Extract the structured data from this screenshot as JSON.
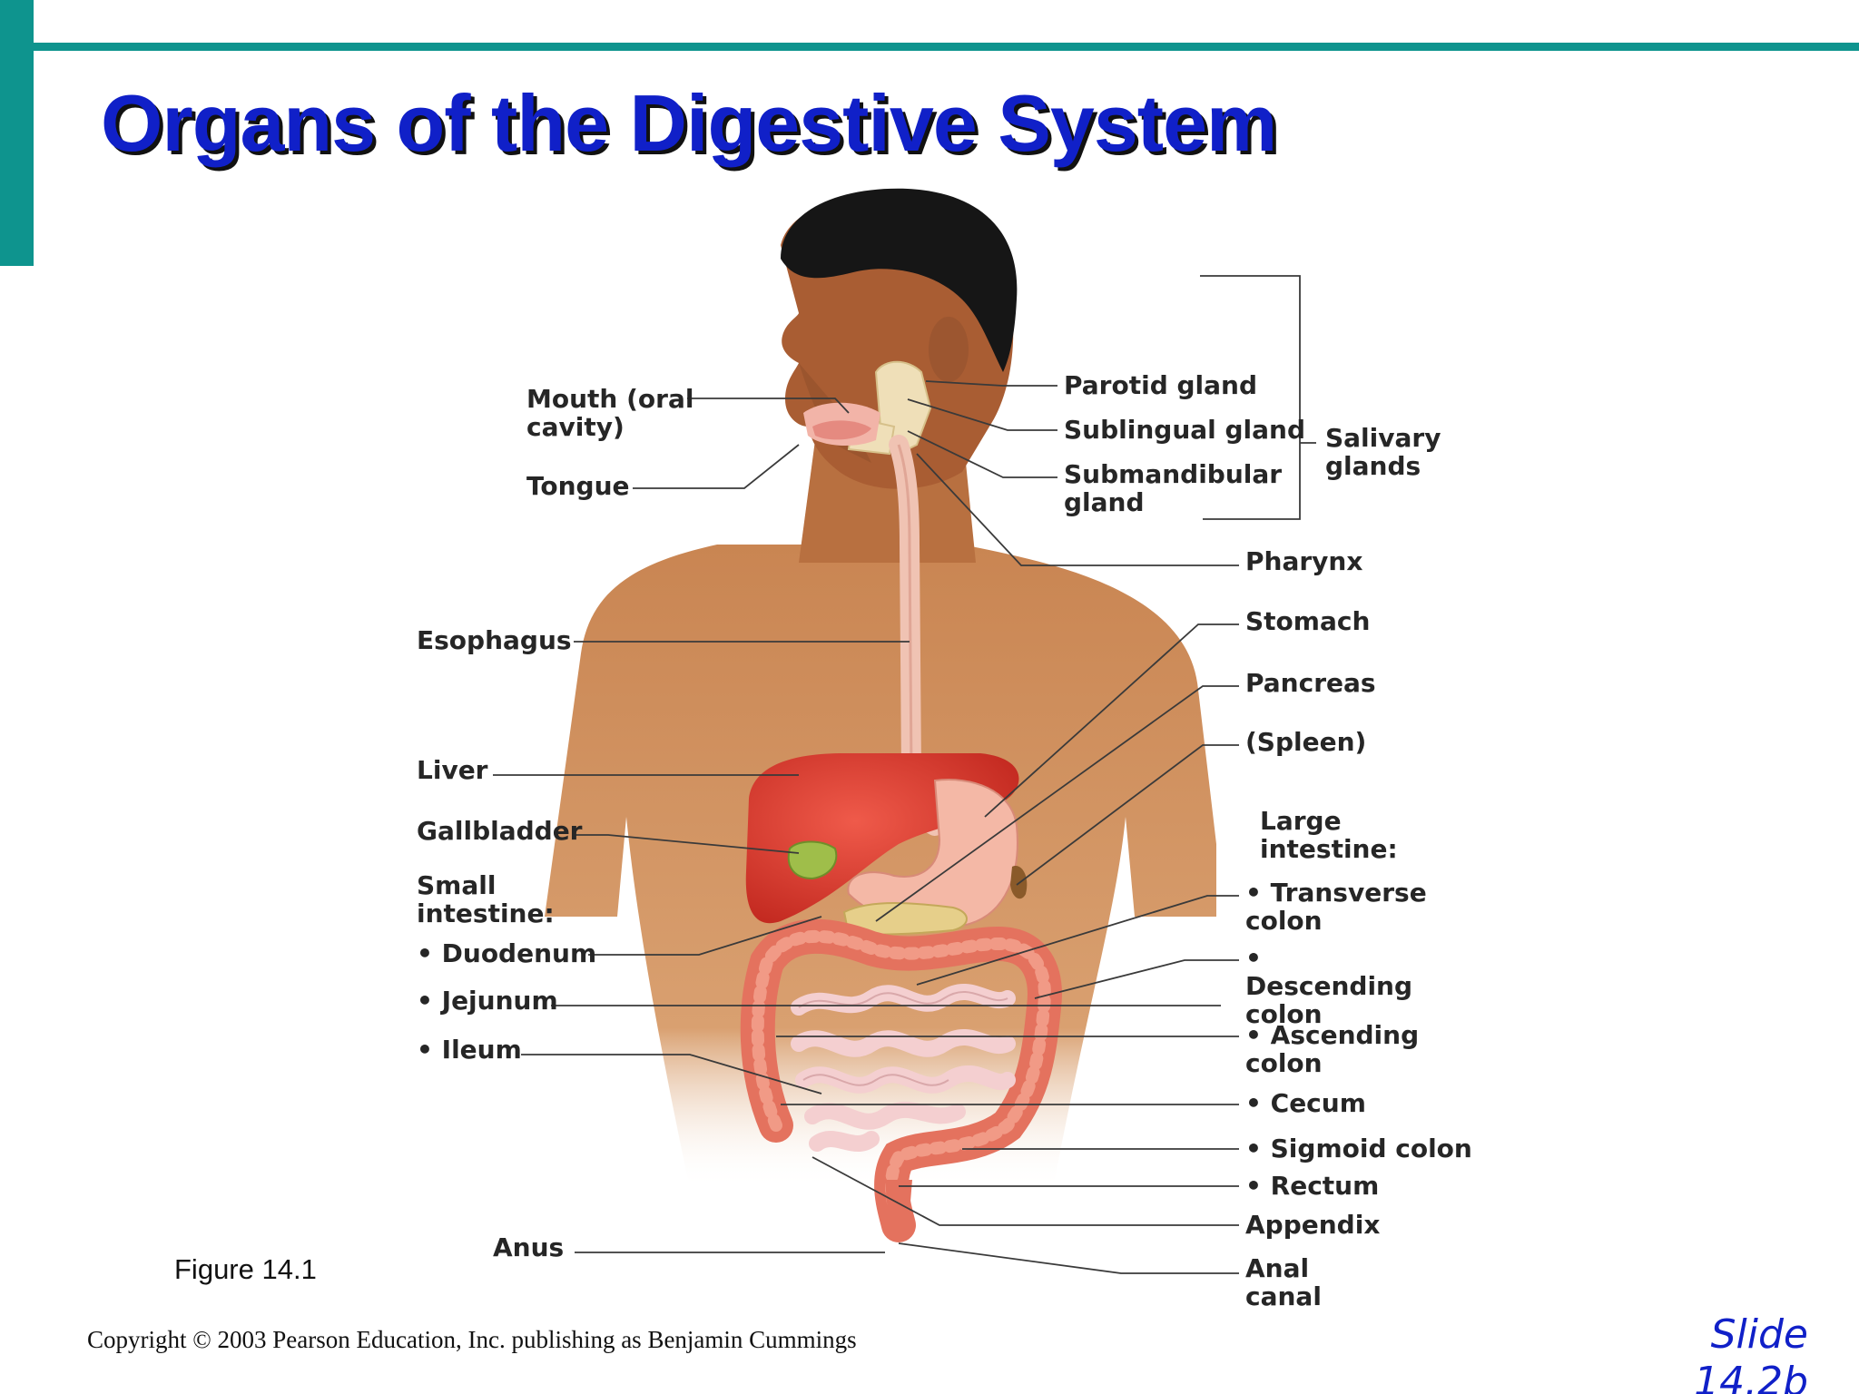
{
  "slide": {
    "title": "Organs of the Digestive System",
    "figure_caption": "Figure 14.1",
    "copyright": "Copyright © 2003 Pearson Education, Inc. publishing as Benjamin Cummings",
    "slide_number": "Slide 14.2b",
    "accent_color": "#0e948e",
    "title_color": "#1020c8"
  },
  "diagram": {
    "labels_left": {
      "mouth": "Mouth (oral cavity)",
      "tongue": "Tongue",
      "esophagus": "Esophagus",
      "liver": "Liver",
      "gallbladder": "Gallbladder",
      "small_intestine_heading": "Small intestine:",
      "duodenum": "• Duodenum",
      "jejunum": "• Jejunum",
      "ileum": "• Ileum",
      "anus": "Anus"
    },
    "labels_right": {
      "parotid": "Parotid gland",
      "sublingual": "Sublingual gland",
      "submandibular": "Submandibular gland",
      "salivary_group": "Salivary glands",
      "pharynx": "Pharynx",
      "stomach": "Stomach",
      "pancreas": "Pancreas",
      "spleen": "(Spleen)",
      "large_intestine_heading": "Large intestine:",
      "transverse": "• Transverse colon",
      "descending": "• Descending colon",
      "ascending": "• Ascending colon",
      "cecum": "• Cecum",
      "sigmoid": "• Sigmoid colon",
      "rectum": "• Rectum",
      "appendix": "Appendix",
      "anal_canal": "Anal canal"
    }
  }
}
